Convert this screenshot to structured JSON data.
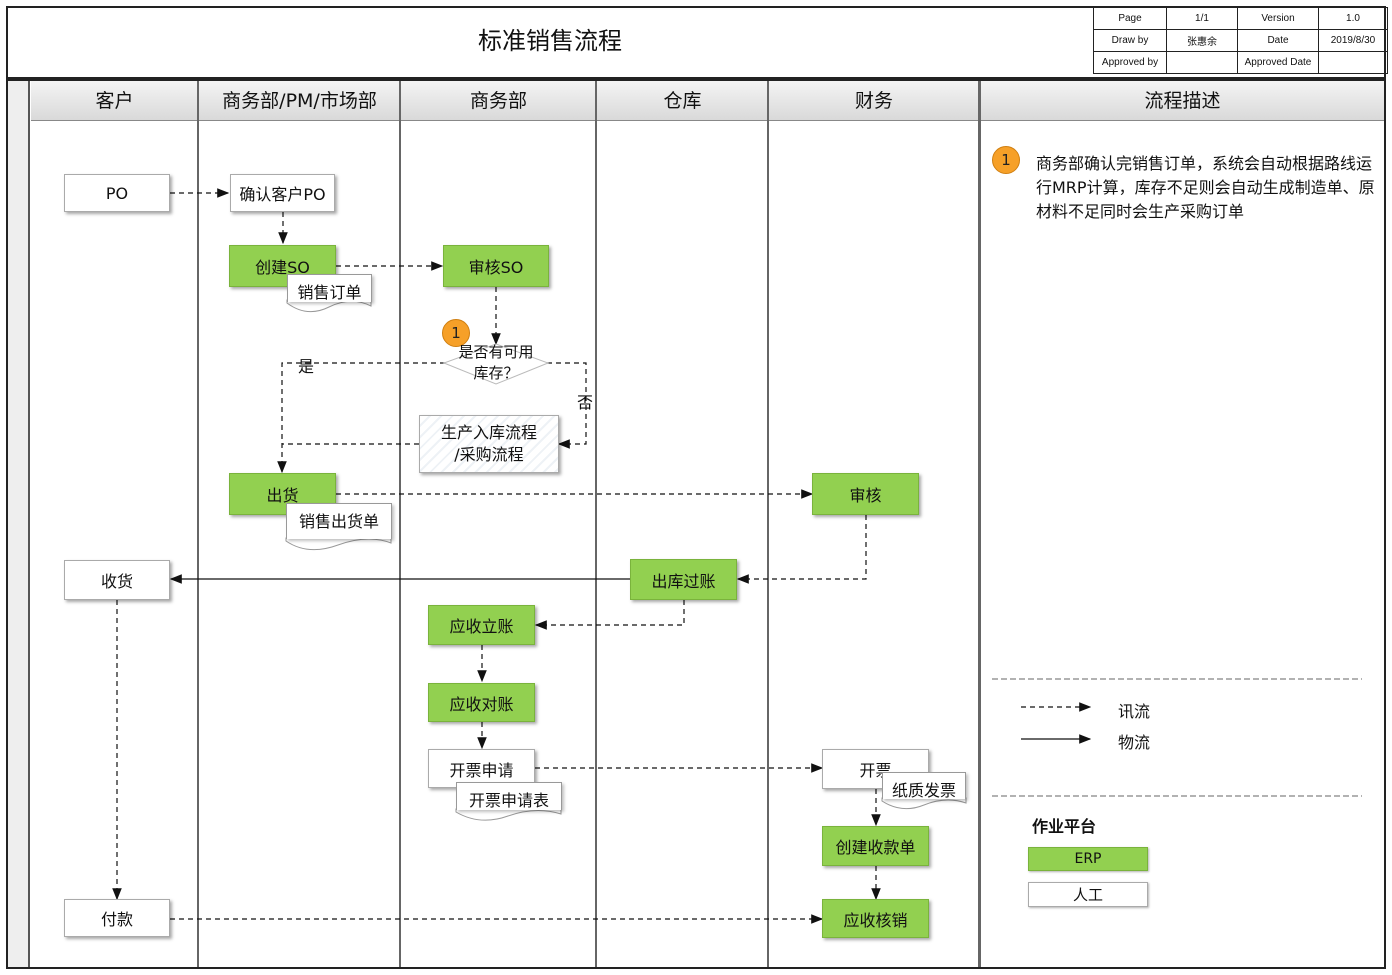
{
  "title": "标准销售流程",
  "meta": {
    "page_label": "Page",
    "page_value": "1/1",
    "version_label": "Version",
    "version_value": "1.0",
    "drawby_label": "Draw by",
    "drawby_value": "张惠余",
    "date_label": "Date",
    "date_value": "2019/8/30",
    "approvedby_label": "Approved by",
    "approvedby_value": "",
    "approveddate_label": "Approved Date",
    "approveddate_value": ""
  },
  "lanes": {
    "customer": "客户",
    "bizpm": "商务部/PM/市场部",
    "biz": "商务部",
    "warehouse": "仓库",
    "finance": "财务",
    "desc": "流程描述"
  },
  "nodes": {
    "po": "PO",
    "confirm_po": "确认客户PO",
    "create_so": "创建SO",
    "sales_order_doc": "销售订单",
    "review_so": "审核SO",
    "decision": "是否有可用\n库存？",
    "production": "生产入库流程\n/采购流程",
    "ship": "出货",
    "delivery_doc": "销售出货单",
    "audit": "审核",
    "receive": "收货",
    "outbound_post": "出库过账",
    "ar_post": "应收立账",
    "ar_reconcile": "应收对账",
    "invoice_request": "开票申请",
    "invoice_request_doc": "开票申请表",
    "invoice": "开票",
    "paper_invoice_doc": "纸质发票",
    "create_receipt": "创建收款单",
    "ar_writeoff": "应收核销",
    "payment": "付款"
  },
  "edge_labels": {
    "yes": "是",
    "no": "否"
  },
  "badge_number": "1",
  "description": {
    "badge": "1",
    "text": "商务部确认完销售订单，系统会自动根据路线运行MRP计算，库存不足则会自动生成制造单、原材料不足同时会生产采购订单"
  },
  "legend": {
    "info_flow": "讯流",
    "material_flow": "物流",
    "platform_title": "作业平台",
    "erp": "ERP",
    "manual": "人工"
  },
  "colors": {
    "erp_green": "#92d050",
    "badge_orange": "#f6a028"
  }
}
